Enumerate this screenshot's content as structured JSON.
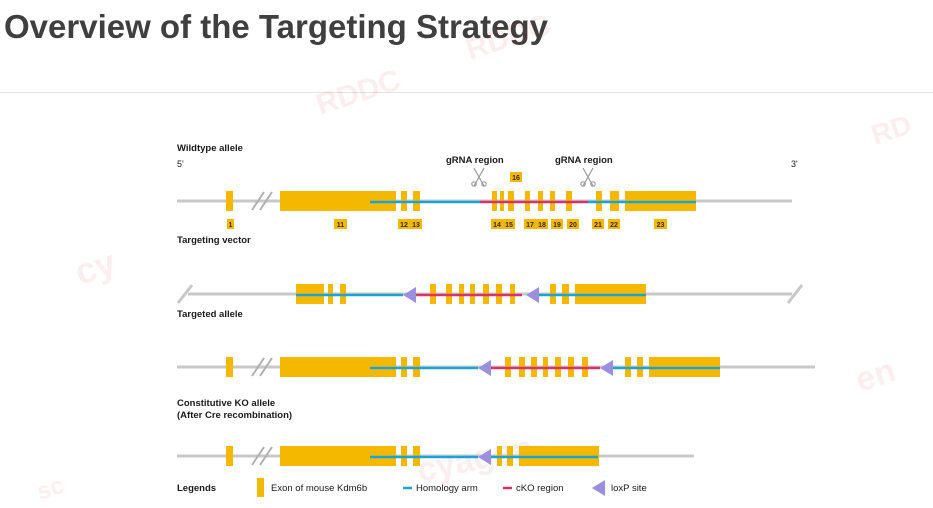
{
  "title": "Overview of the Targeting Strategy",
  "watermarks": [
    "RDDC",
    "RDDC",
    "RD",
    "cy",
    "en",
    "sc",
    "cyagen"
  ],
  "tracks": {
    "wildtype_label": "Wildtype allele",
    "five_prime": "5'",
    "three_prime": "3'",
    "grna_label_1": "gRNA region",
    "grna_label_2": "gRNA region",
    "targeting_vector_label": "Targeting vector",
    "targeted_allele_label": "Targeted allele",
    "cko_label_line1": "Constitutive KO allele",
    "cko_label_line2": "(After Cre recombination)"
  },
  "exons": [
    "1",
    "11",
    "12",
    "13",
    "14",
    "15",
    "16",
    "17",
    "18",
    "19",
    "20",
    "21",
    "22",
    "23"
  ],
  "legend": {
    "title": "Legends",
    "items": [
      {
        "label": "Exon of mouse Kdm6b",
        "color": "#f5b800"
      },
      {
        "label": "Homology arm",
        "color": "#1aa3d9"
      },
      {
        "label": "cKO region",
        "color": "#d6336c"
      },
      {
        "label": "loxP site",
        "color": "#9b8fe0"
      }
    ]
  },
  "colors": {
    "exon": "#f5b800",
    "backbone": "#c8c8c8",
    "homology_arm": "#1aa3d9",
    "cko": "#d6336c",
    "loxp": "#9b8fe0"
  }
}
